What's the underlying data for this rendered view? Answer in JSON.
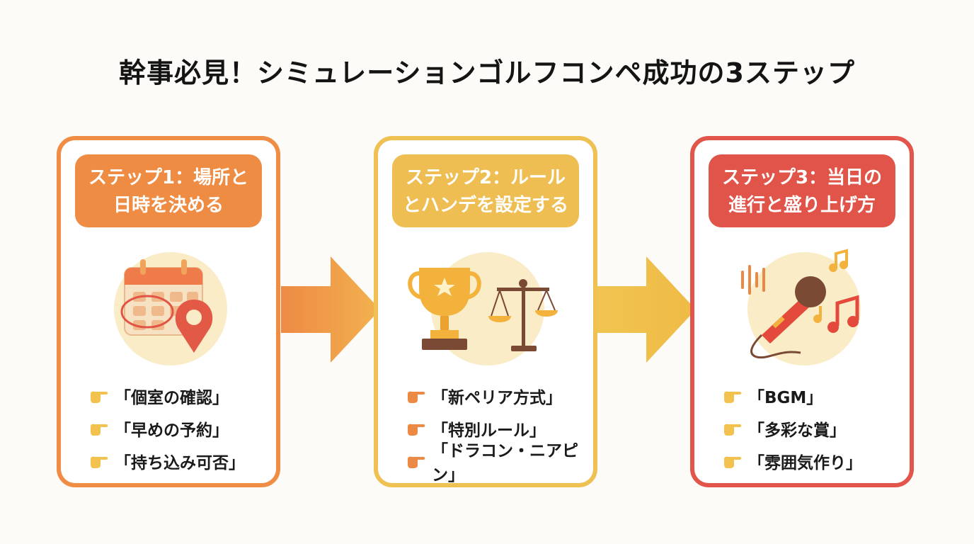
{
  "title": "幹事必見！シミュレーションゴルフコンペ成功の3ステップ",
  "steps": [
    {
      "header_line1": "ステップ1：場所と",
      "header_line2": "日時を決める",
      "color": "#ef8c43",
      "items": [
        "「個室の確認」",
        "「早めの予約」",
        "「持ち込み可否」"
      ]
    },
    {
      "header_line1": "ステップ2：ルール",
      "header_line2": "とハンデを設定する",
      "color": "#efbe52",
      "items": [
        "「新ペリア方式」",
        "「特別ルール」",
        "「ドラコン・ニアピン」"
      ]
    },
    {
      "header_line1": "ステップ3：当日の",
      "header_line2": "進行と盛り上げ方",
      "color": "#e0544a",
      "items": [
        "「BGM」",
        "「多彩な賞」",
        "「雰囲気作り」"
      ]
    }
  ],
  "icons": [
    "calendar-icon",
    "location-pin-icon",
    "trophy-icon",
    "scales-icon",
    "microphone-icon",
    "music-note-icon",
    "pointing-hand-icon",
    "arrow-right-icon"
  ]
}
